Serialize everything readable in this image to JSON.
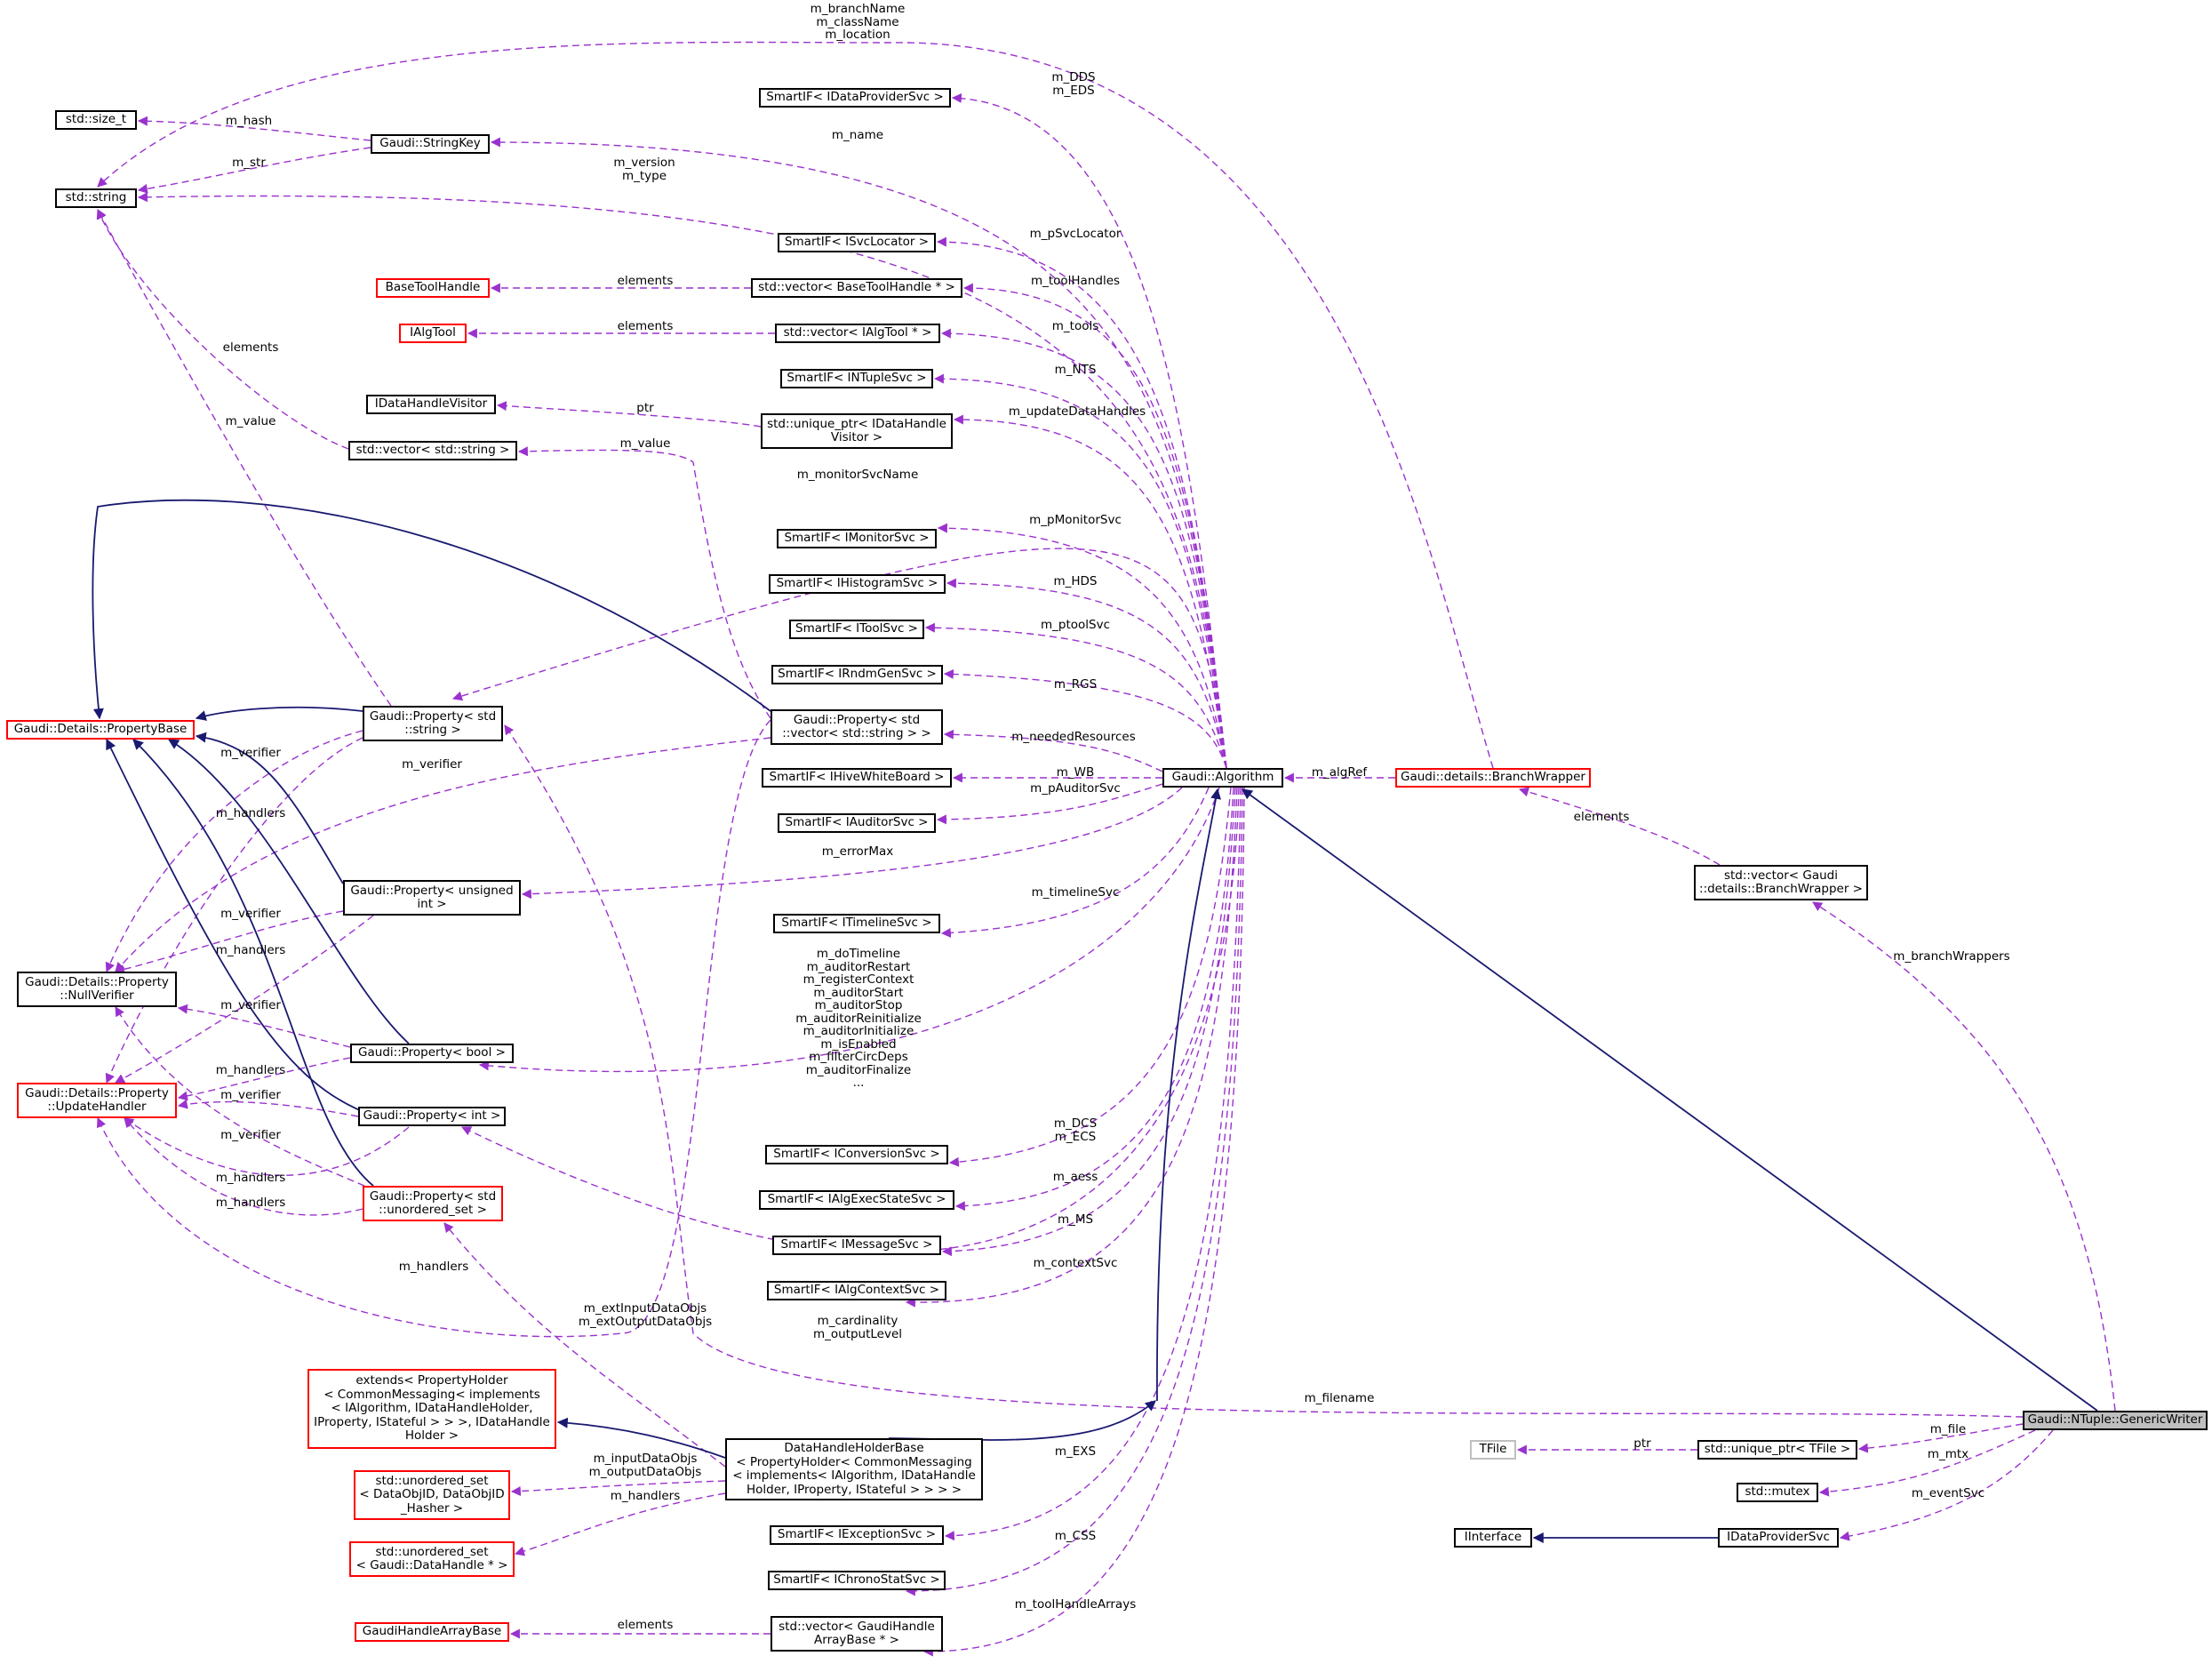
{
  "diagram": {
    "colors": {
      "usage_edge": "#9a32cd",
      "inherit_edge": "#191970",
      "node_border": "#000000",
      "node_border_incomplete": "#ff0000",
      "node_border_external": "#bfbfbf",
      "focus_fill": "#bfbfbf"
    },
    "nodes": [
      {
        "id": "size_t",
        "label": "std::size_t",
        "border": "black"
      },
      {
        "id": "string",
        "label": "std::string",
        "border": "black"
      },
      {
        "id": "StringKey",
        "label": "Gaudi::StringKey",
        "border": "black"
      },
      {
        "id": "DPSsvc",
        "label": "SmartIF< IDataProviderSvc >",
        "border": "black"
      },
      {
        "id": "ISvcLocator",
        "label": "SmartIF< ISvcLocator >",
        "border": "black"
      },
      {
        "id": "BaseToolHandle",
        "label": "BaseToolHandle",
        "border": "red"
      },
      {
        "id": "vecBTH",
        "label": "std::vector< BaseToolHandle * >",
        "border": "black"
      },
      {
        "id": "IAlgTool",
        "label": "IAlgTool",
        "border": "red"
      },
      {
        "id": "vecIAT",
        "label": "std::vector< IAlgTool * >",
        "border": "black"
      },
      {
        "id": "INTuple",
        "label": "SmartIF< INTupleSvc >",
        "border": "black"
      },
      {
        "id": "IDHV",
        "label": "IDataHandleVisitor",
        "border": "black"
      },
      {
        "id": "uptrDHV",
        "label": "std::unique_ptr< IDataHandle\nVisitor >",
        "border": "black"
      },
      {
        "id": "vecstr",
        "label": "std::vector< std::string >",
        "border": "black"
      },
      {
        "id": "IMonitor",
        "label": "SmartIF< IMonitorSvc >",
        "border": "black"
      },
      {
        "id": "IHisto",
        "label": "SmartIF< IHistogramSvc >",
        "border": "black"
      },
      {
        "id": "ITool",
        "label": "SmartIF< IToolSvc >",
        "border": "black"
      },
      {
        "id": "IRndm",
        "label": "SmartIF< IRndmGenSvc >",
        "border": "black"
      },
      {
        "id": "PropBase",
        "label": "Gaudi::Details::PropertyBase",
        "border": "red"
      },
      {
        "id": "PropStr",
        "label": "Gaudi::Property< std\n::string >",
        "border": "black"
      },
      {
        "id": "PropVec",
        "label": "Gaudi::Property< std\n::vector< std::string > >",
        "border": "black"
      },
      {
        "id": "IHive",
        "label": "SmartIF< IHiveWhiteBoard >",
        "border": "black"
      },
      {
        "id": "IAuditor",
        "label": "SmartIF< IAuditorSvc >",
        "border": "black"
      },
      {
        "id": "Algorithm",
        "label": "Gaudi::Algorithm",
        "border": "black"
      },
      {
        "id": "BranchWrapper",
        "label": "Gaudi::details::BranchWrapper",
        "border": "red"
      },
      {
        "id": "PropUInt",
        "label": "Gaudi::Property< unsigned\nint >",
        "border": "black"
      },
      {
        "id": "vecBW",
        "label": "std::vector< Gaudi\n::details::BranchWrapper >",
        "border": "black"
      },
      {
        "id": "NullVer",
        "label": "Gaudi::Details::Property\n::NullVerifier",
        "border": "black"
      },
      {
        "id": "ITimeline",
        "label": "SmartIF< ITimelineSvc >",
        "border": "black"
      },
      {
        "id": "PropBool",
        "label": "Gaudi::Property< bool >",
        "border": "black"
      },
      {
        "id": "UpdHandler",
        "label": "Gaudi::Details::Property\n::UpdateHandler",
        "border": "red"
      },
      {
        "id": "PropInt",
        "label": "Gaudi::Property< int >",
        "border": "black"
      },
      {
        "id": "IConv",
        "label": "SmartIF< IConversionSvc >",
        "border": "black"
      },
      {
        "id": "PropUset",
        "label": "Gaudi::Property< std\n::unordered_set >",
        "border": "red"
      },
      {
        "id": "IAlgExec",
        "label": "SmartIF< IAlgExecStateSvc >",
        "border": "black"
      },
      {
        "id": "IMessage",
        "label": "SmartIF< IMessageSvc >",
        "border": "black"
      },
      {
        "id": "IAlgCtx",
        "label": "SmartIF< IAlgContextSvc >",
        "border": "black"
      },
      {
        "id": "extends",
        "label": "extends< PropertyHolder\n< CommonMessaging< implements\n< IAlgorithm, IDataHandleHolder,\nIProperty, IStateful > > >, IDataHandle\nHolder >",
        "border": "red"
      },
      {
        "id": "GenericWriter",
        "label": "Gaudi::NTuple::GenericWriter",
        "border": "black"
      },
      {
        "id": "TFile",
        "label": "TFile",
        "border": "grey"
      },
      {
        "id": "uptrTFile",
        "label": "std::unique_ptr< TFile >",
        "border": "black"
      },
      {
        "id": "DHHB",
        "label": "DataHandleHolderBase\n< PropertyHolder< CommonMessaging\n< implements< IAlgorithm, IDataHandle\nHolder, IProperty, IStateful > > > >",
        "border": "black"
      },
      {
        "id": "usetDataObj",
        "label": "std::unordered_set\n< DataObjID, DataObjID\n_Hasher >",
        "border": "red"
      },
      {
        "id": "mutex",
        "label": "std::mutex",
        "border": "black"
      },
      {
        "id": "IInterface",
        "label": "IInterface",
        "border": "black"
      },
      {
        "id": "IDPS",
        "label": "IDataProviderSvc",
        "border": "black"
      },
      {
        "id": "usetDH",
        "label": "std::unordered_set\n< Gaudi::DataHandle * >",
        "border": "red"
      },
      {
        "id": "IException",
        "label": "SmartIF< IExceptionSvc >",
        "border": "black"
      },
      {
        "id": "IChrono",
        "label": "SmartIF< IChronoStatSvc >",
        "border": "black"
      },
      {
        "id": "GHAB",
        "label": "GaudiHandleArrayBase",
        "border": "red"
      },
      {
        "id": "vecGHAB",
        "label": "std::vector< GaudiHandle\nArrayBase * >",
        "border": "black"
      }
    ],
    "edge_labels": [
      {
        "id": "l_branch",
        "text": "m_branchName\nm_className\nm_location"
      },
      {
        "id": "l_dds",
        "text": "m_DDS\nm_EDS"
      },
      {
        "id": "l_hash",
        "text": "m_hash"
      },
      {
        "id": "l_name",
        "text": "m_name"
      },
      {
        "id": "l_str",
        "text": "m_str"
      },
      {
        "id": "l_version",
        "text": "m_version\nm_type"
      },
      {
        "id": "l_psvc",
        "text": "m_pSvcLocator"
      },
      {
        "id": "l_el_bth",
        "text": "elements"
      },
      {
        "id": "l_toolhandles",
        "text": "m_toolHandles"
      },
      {
        "id": "l_el_iat",
        "text": "elements"
      },
      {
        "id": "l_tools",
        "text": "m_tools"
      },
      {
        "id": "l_el_vecstr",
        "text": "elements"
      },
      {
        "id": "l_nts",
        "text": "m_NTS"
      },
      {
        "id": "l_ptr_dhv",
        "text": "ptr"
      },
      {
        "id": "l_upd",
        "text": "m_updateDataHandles"
      },
      {
        "id": "l_value_vec",
        "text": "m_value"
      },
      {
        "id": "l_value_str",
        "text": "m_value"
      },
      {
        "id": "l_monname",
        "text": "m_monitorSvcName"
      },
      {
        "id": "l_pmon",
        "text": "m_pMonitorSvc"
      },
      {
        "id": "l_hds",
        "text": "m_HDS"
      },
      {
        "id": "l_ptool",
        "text": "m_ptoolSvc"
      },
      {
        "id": "l_rgs",
        "text": "m_RGS"
      },
      {
        "id": "l_needed",
        "text": "m_neededResources"
      },
      {
        "id": "l_wb",
        "text": "m_WB"
      },
      {
        "id": "l_algref",
        "text": "m_algRef"
      },
      {
        "id": "l_paud",
        "text": "m_pAuditorSvc"
      },
      {
        "id": "l_ver1",
        "text": "m_verifier"
      },
      {
        "id": "l_ver2",
        "text": "m_verifier"
      },
      {
        "id": "l_el_bw",
        "text": "elements"
      },
      {
        "id": "l_hand1",
        "text": "m_handlers"
      },
      {
        "id": "l_errmax",
        "text": "m_errorMax"
      },
      {
        "id": "l_ver3",
        "text": "m_verifier"
      },
      {
        "id": "l_timeline",
        "text": "m_timelineSvc"
      },
      {
        "id": "l_hand2",
        "text": "m_handlers"
      },
      {
        "id": "l_branchwrappers",
        "text": "m_branchWrappers"
      },
      {
        "id": "l_dotimeline",
        "text": "m_doTimeline\nm_auditorRestart\nm_registerContext\nm_auditorStart\nm_auditorStop\nm_auditorReinitialize\nm_auditorInitialize\nm_isEnabled\nm_filterCircDeps\nm_auditorFinalize\n..."
      },
      {
        "id": "l_ver4",
        "text": "m_verifier"
      },
      {
        "id": "l_hand3",
        "text": "m_handlers"
      },
      {
        "id": "l_ver5",
        "text": "m_verifier"
      },
      {
        "id": "l_ver6",
        "text": "m_verifier"
      },
      {
        "id": "l_dcs",
        "text": "m_DCS\nm_ECS"
      },
      {
        "id": "l_hand4",
        "text": "m_handlers"
      },
      {
        "id": "l_hand5",
        "text": "m_handlers"
      },
      {
        "id": "l_aess",
        "text": "m_aess"
      },
      {
        "id": "l_ms",
        "text": "m_MS"
      },
      {
        "id": "l_hand6",
        "text": "m_handlers"
      },
      {
        "id": "l_ctx",
        "text": "m_contextSvc"
      },
      {
        "id": "l_extdata",
        "text": "m_extInputDataObjs\nm_extOutputDataObjs"
      },
      {
        "id": "l_card",
        "text": "m_cardinality\nm_outputLevel"
      },
      {
        "id": "l_filename",
        "text": "m_filename"
      },
      {
        "id": "l_file",
        "text": "m_file"
      },
      {
        "id": "l_ptr_tfile",
        "text": "ptr"
      },
      {
        "id": "l_mtx",
        "text": "m_mtx"
      },
      {
        "id": "l_exs",
        "text": "m_EXS"
      },
      {
        "id": "l_indata",
        "text": "m_inputDataObjs\nm_outputDataObjs"
      },
      {
        "id": "l_evsvc",
        "text": "m_eventSvc"
      },
      {
        "id": "l_hand7",
        "text": "m_handlers"
      },
      {
        "id": "l_css",
        "text": "m_CSS"
      },
      {
        "id": "l_tha",
        "text": "m_toolHandleArrays"
      },
      {
        "id": "l_el_ghab",
        "text": "elements"
      }
    ]
  }
}
